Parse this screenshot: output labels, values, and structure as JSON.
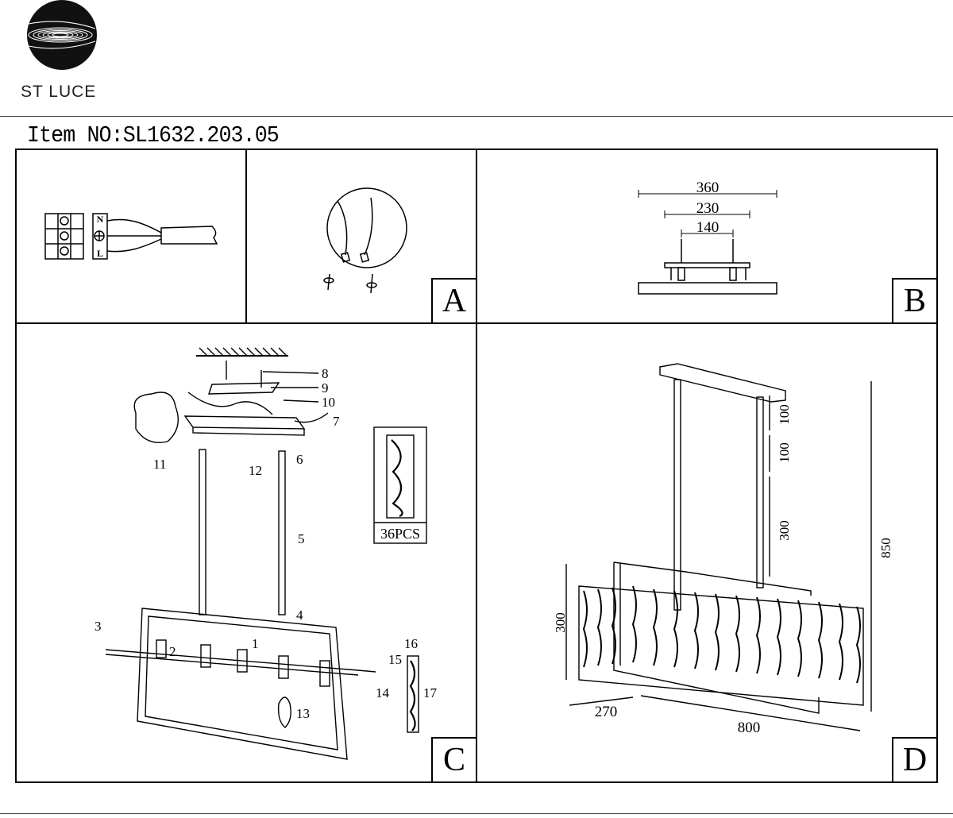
{
  "brand": {
    "name": "ST LUCE"
  },
  "item": {
    "label": "Item NO:SL1632.203.05"
  },
  "panels": {
    "A": {
      "letter": "A",
      "terminal": [
        "N",
        "L"
      ]
    },
    "B": {
      "letter": "B",
      "dims": [
        "360",
        "230",
        "140"
      ]
    },
    "C": {
      "letter": "C",
      "callouts": [
        "8",
        "9",
        "10",
        "7",
        "11",
        "12",
        "6",
        "5",
        "4",
        "3",
        "2",
        "1",
        "13",
        "15",
        "14",
        "16",
        "17"
      ],
      "crystal_count": "36PCS"
    },
    "D": {
      "letter": "D",
      "dims": [
        "100",
        "100",
        "300",
        "850",
        "300",
        "270",
        "800"
      ]
    }
  }
}
